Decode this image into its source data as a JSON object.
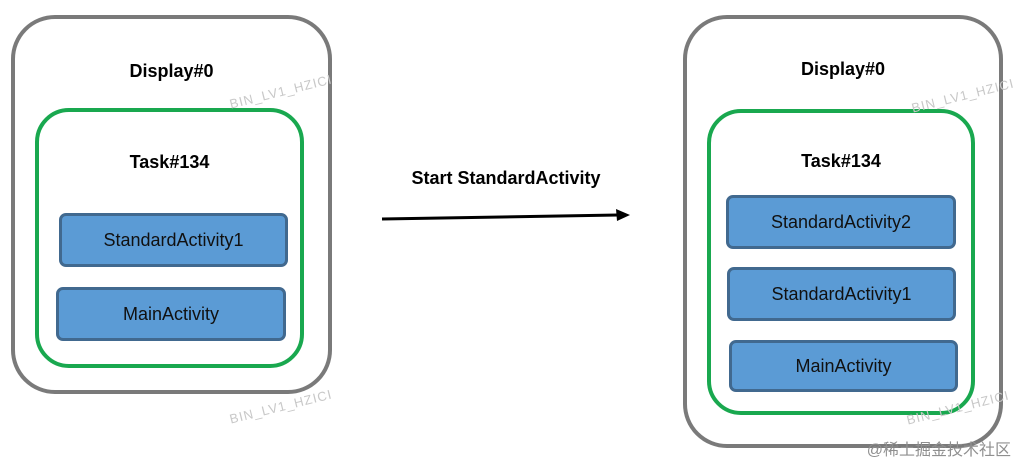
{
  "left": {
    "display_title": "Display#0",
    "task_title": "Task#134",
    "activities": [
      "StandardActivity1",
      "MainActivity"
    ]
  },
  "transition": {
    "label": "Start StandardActivity"
  },
  "right": {
    "display_title": "Display#0",
    "task_title": "Task#134",
    "activities": [
      "StandardActivity2",
      "StandardActivity1",
      "MainActivity"
    ]
  },
  "watermark": "BIN_LV1_HZICI",
  "credit": "@稀土掘金技术社区",
  "colors": {
    "display_border": "#7a7a7a",
    "task_border": "#19a84f",
    "activity_fill": "#5b9bd5",
    "activity_border": "#41698f"
  }
}
